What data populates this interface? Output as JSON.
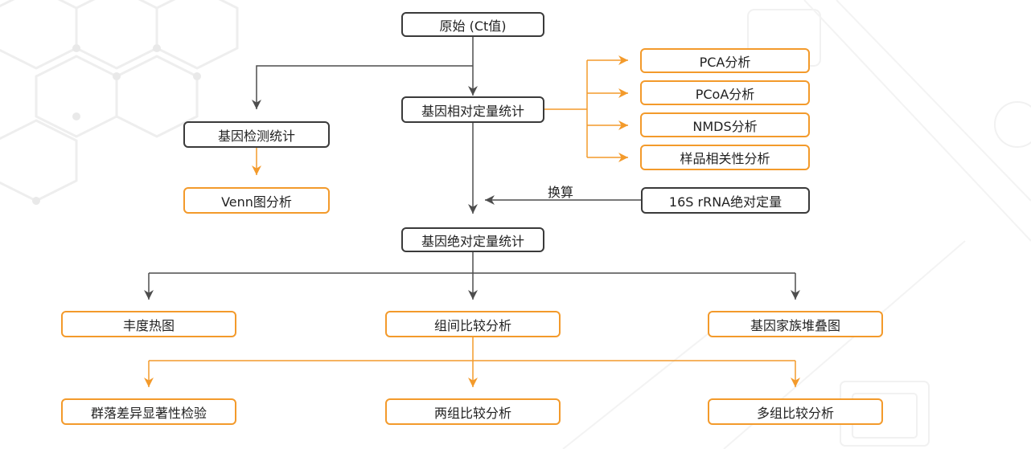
{
  "colors": {
    "dark_edge": "#4d4d4d",
    "orange_edge": "#f39a2b",
    "box_dark_border": "#3a3a3a",
    "box_orange_border": "#f39a2b",
    "text": "#222222"
  },
  "nodes": {
    "raw": "原始 (Ct值)",
    "rel_quant": "基因相对定量统计",
    "detect_stats": "基因检测统计",
    "venn": "Venn图分析",
    "pca": "PCA分析",
    "pcoa": "PCoA分析",
    "nmds": "NMDS分析",
    "sample_corr": "样品相关性分析",
    "rrna_16s": "16S rRNA绝对定量",
    "abs_quant": "基因绝对定量统计",
    "heatmap": "丰度热图",
    "group_compare": "组间比较分析",
    "family_stack": "基因家族堆叠图",
    "community_test": "群落差异显著性检验",
    "two_group": "两组比较分析",
    "multi_group": "多组比较分析"
  },
  "edge_labels": {
    "conversion": "换算"
  }
}
